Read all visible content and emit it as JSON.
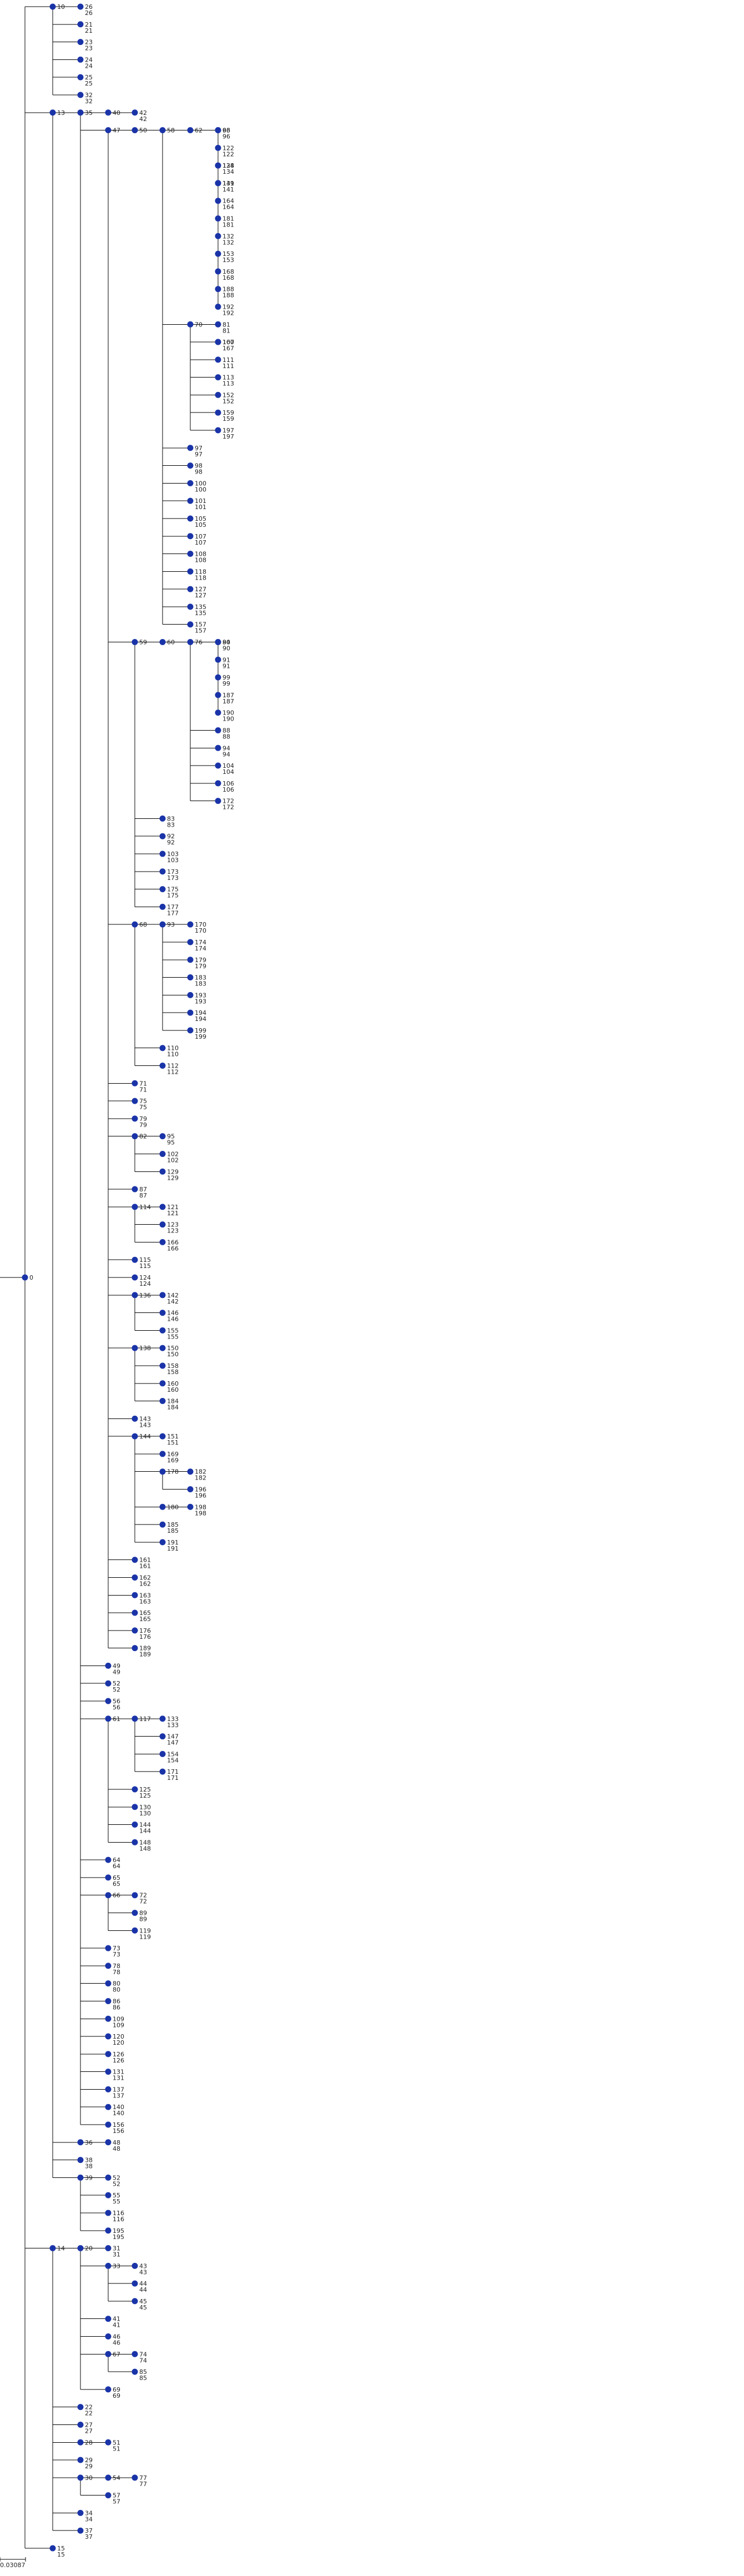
{
  "colors": {
    "node": "#1a34a8",
    "edge": "#000000",
    "label": "#222222"
  },
  "scale_bar": {
    "label": "0.03087"
  },
  "tree": {
    "id": "0",
    "children": [
      {
        "id": "10",
        "children": [
          {
            "id": "26"
          },
          {
            "id": "21"
          },
          {
            "id": "23"
          },
          {
            "id": "24"
          },
          {
            "id": "25"
          },
          {
            "id": "32"
          }
        ]
      },
      {
        "id": "13",
        "children": [
          {
            "id": "35",
            "children": [
              {
                "id": "40",
                "children": [
                  {
                    "id": "42"
                  }
                ]
              },
              {
                "id": "47",
                "children": [
                  {
                    "id": "50",
                    "children": [
                      {
                        "id": "58",
                        "children": [
                          {
                            "id": "62",
                            "children": [
                              {
                                "id": "63",
                                "children": [
                                  {
                                    "id": "96"
                                  },
                                  {
                                    "id": "122"
                                  },
                                  {
                                    "id": "128",
                                    "children": [
                                      {
                                        "id": "134"
                                      },
                                      {
                                        "id": "139",
                                        "children": [
                                          {
                                            "id": "141"
                                          }
                                        ]
                                      },
                                      {
                                        "id": "164"
                                      },
                                      {
                                        "id": "181"
                                      }
                                    ]
                                  },
                                  {
                                    "id": "132"
                                  },
                                  {
                                    "id": "153"
                                  },
                                  {
                                    "id": "168"
                                  },
                                  {
                                    "id": "188"
                                  },
                                  {
                                    "id": "192"
                                  }
                                ]
                              }
                            ]
                          },
                          {
                            "id": "70",
                            "children": [
                              {
                                "id": "81"
                              },
                              {
                                "id": "100",
                                "children": [
                                  {
                                    "id": "167"
                                  }
                                ]
                              },
                              {
                                "id": "111"
                              },
                              {
                                "id": "113"
                              },
                              {
                                "id": "152"
                              },
                              {
                                "id": "159"
                              },
                              {
                                "id": "197"
                              }
                            ]
                          },
                          {
                            "id": "97"
                          },
                          {
                            "id": "98"
                          },
                          {
                            "id": "100"
                          },
                          {
                            "id": "101"
                          },
                          {
                            "id": "105"
                          },
                          {
                            "id": "107"
                          },
                          {
                            "id": "108"
                          },
                          {
                            "id": "118"
                          },
                          {
                            "id": "127"
                          },
                          {
                            "id": "135"
                          },
                          {
                            "id": "157"
                          }
                        ]
                      }
                    ]
                  },
                  {
                    "id": "59",
                    "children": [
                      {
                        "id": "60",
                        "children": [
                          {
                            "id": "76",
                            "children": [
                              {
                                "id": "84",
                                "children": [
                                  {
                                    "id": "90"
                                  },
                                  {
                                    "id": "91"
                                  },
                                  {
                                    "id": "99"
                                  },
                                  {
                                    "id": "187"
                                  },
                                  {
                                    "id": "190"
                                  }
                                ]
                              },
                              {
                                "id": "88"
                              },
                              {
                                "id": "94"
                              },
                              {
                                "id": "104"
                              },
                              {
                                "id": "106"
                              },
                              {
                                "id": "172"
                              }
                            ]
                          }
                        ]
                      },
                      {
                        "id": "83"
                      },
                      {
                        "id": "92"
                      },
                      {
                        "id": "103"
                      },
                      {
                        "id": "173"
                      },
                      {
                        "id": "175"
                      },
                      {
                        "id": "177"
                      }
                    ]
                  },
                  {
                    "id": "68",
                    "children": [
                      {
                        "id": "93",
                        "children": [
                          {
                            "id": "170"
                          },
                          {
                            "id": "174"
                          },
                          {
                            "id": "179"
                          },
                          {
                            "id": "183"
                          },
                          {
                            "id": "193"
                          },
                          {
                            "id": "194"
                          },
                          {
                            "id": "199"
                          }
                        ]
                      },
                      {
                        "id": "110"
                      },
                      {
                        "id": "112"
                      }
                    ]
                  },
                  {
                    "id": "71"
                  },
                  {
                    "id": "75"
                  },
                  {
                    "id": "79"
                  },
                  {
                    "id": "82",
                    "children": [
                      {
                        "id": "95"
                      },
                      {
                        "id": "102"
                      },
                      {
                        "id": "129"
                      }
                    ]
                  },
                  {
                    "id": "87"
                  },
                  {
                    "id": "114",
                    "children": [
                      {
                        "id": "121"
                      },
                      {
                        "id": "123"
                      },
                      {
                        "id": "166"
                      }
                    ]
                  },
                  {
                    "id": "115"
                  },
                  {
                    "id": "124"
                  },
                  {
                    "id": "136",
                    "children": [
                      {
                        "id": "142"
                      },
                      {
                        "id": "146"
                      },
                      {
                        "id": "155"
                      }
                    ]
                  },
                  {
                    "id": "138",
                    "children": [
                      {
                        "id": "150"
                      },
                      {
                        "id": "158"
                      },
                      {
                        "id": "160"
                      },
                      {
                        "id": "184"
                      }
                    ]
                  },
                  {
                    "id": "143"
                  },
                  {
                    "id": "144",
                    "children": [
                      {
                        "id": "151"
                      },
                      {
                        "id": "169"
                      },
                      {
                        "id": "178",
                        "children": [
                          {
                            "id": "182"
                          },
                          {
                            "id": "196"
                          }
                        ]
                      },
                      {
                        "id": "180",
                        "children": [
                          {
                            "id": "198"
                          }
                        ]
                      },
                      {
                        "id": "185"
                      },
                      {
                        "id": "191"
                      }
                    ]
                  },
                  {
                    "id": "161"
                  },
                  {
                    "id": "162"
                  },
                  {
                    "id": "163"
                  },
                  {
                    "id": "165"
                  },
                  {
                    "id": "176"
                  },
                  {
                    "id": "189"
                  }
                ]
              },
              {
                "id": "49"
              },
              {
                "id": "52"
              },
              {
                "id": "56"
              },
              {
                "id": "61",
                "children": [
                  {
                    "id": "117",
                    "children": [
                      {
                        "id": "133"
                      },
                      {
                        "id": "147"
                      },
                      {
                        "id": "154"
                      },
                      {
                        "id": "171"
                      }
                    ]
                  },
                  {
                    "id": "125"
                  },
                  {
                    "id": "130"
                  },
                  {
                    "id": "144"
                  },
                  {
                    "id": "148"
                  }
                ]
              },
              {
                "id": "64"
              },
              {
                "id": "65"
              },
              {
                "id": "66",
                "children": [
                  {
                    "id": "72"
                  },
                  {
                    "id": "89"
                  },
                  {
                    "id": "119"
                  }
                ]
              },
              {
                "id": "73"
              },
              {
                "id": "78"
              },
              {
                "id": "80"
              },
              {
                "id": "86"
              },
              {
                "id": "109"
              },
              {
                "id": "120"
              },
              {
                "id": "126"
              },
              {
                "id": "131"
              },
              {
                "id": "137"
              },
              {
                "id": "140"
              },
              {
                "id": "156"
              }
            ]
          },
          {
            "id": "36",
            "children": [
              {
                "id": "48"
              }
            ]
          },
          {
            "id": "38"
          },
          {
            "id": "39",
            "children": [
              {
                "id": "52"
              },
              {
                "id": "55"
              },
              {
                "id": "116"
              },
              {
                "id": "195"
              }
            ]
          }
        ]
      },
      {
        "id": "14",
        "children": [
          {
            "id": "20",
            "children": [
              {
                "id": "31"
              },
              {
                "id": "33",
                "children": [
                  {
                    "id": "43"
                  },
                  {
                    "id": "44"
                  },
                  {
                    "id": "45"
                  }
                ]
              },
              {
                "id": "41"
              },
              {
                "id": "46"
              },
              {
                "id": "67",
                "children": [
                  {
                    "id": "74"
                  },
                  {
                    "id": "85"
                  }
                ]
              },
              {
                "id": "69"
              }
            ]
          },
          {
            "id": "22"
          },
          {
            "id": "27"
          },
          {
            "id": "28",
            "children": [
              {
                "id": "51"
              }
            ]
          },
          {
            "id": "29"
          },
          {
            "id": "30",
            "children": [
              {
                "id": "54",
                "children": [
                  {
                    "id": "77"
                  }
                ]
              },
              {
                "id": "57"
              }
            ]
          },
          {
            "id": "34"
          },
          {
            "id": "37"
          }
        ]
      },
      {
        "id": "15"
      }
    ]
  }
}
